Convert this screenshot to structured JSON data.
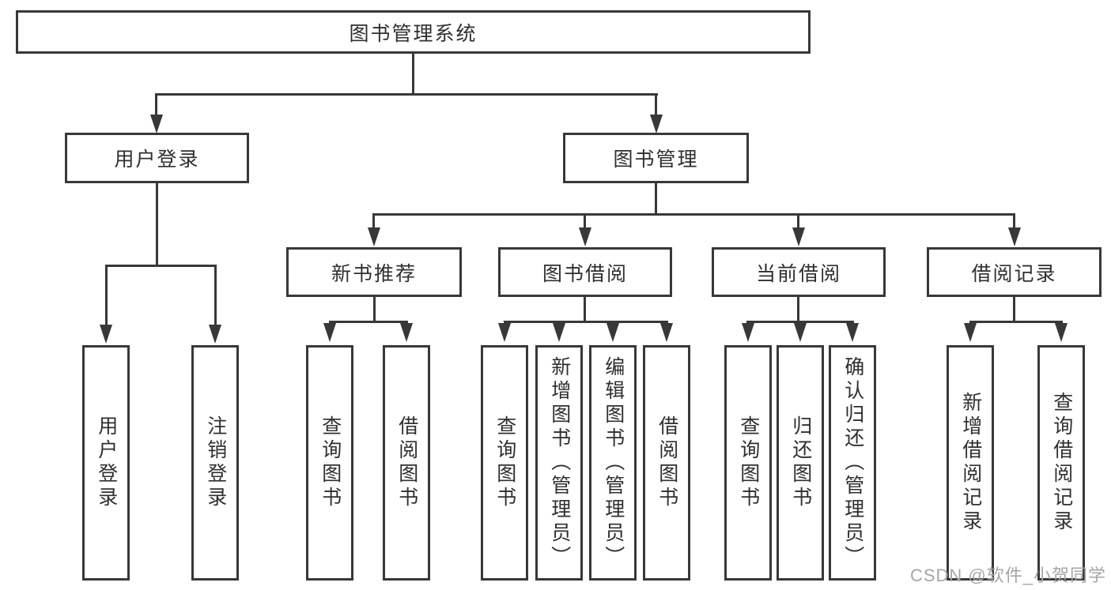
{
  "diagram": {
    "root": {
      "label": "图书管理系统"
    },
    "level2": {
      "user_login": {
        "label": "用户登录",
        "leaves": [
          "用户登录",
          "注销登录"
        ]
      },
      "book_management": {
        "label": "图书管理"
      }
    },
    "level3": [
      {
        "label": "新书推荐",
        "leaves": [
          "查询图书",
          "借阅图书"
        ]
      },
      {
        "label": "图书借阅",
        "leaves": [
          "查询图书",
          "新增图书（管理员）",
          "编辑图书（管理员）",
          "借阅图书"
        ]
      },
      {
        "label": "当前借阅",
        "leaves": [
          "查询图书",
          "归还图书",
          "确认归还（管理员）"
        ]
      },
      {
        "label": "借阅记录",
        "leaves": [
          "新增借阅记录",
          "查询借阅记录"
        ]
      }
    ]
  },
  "watermark": {
    "text": "CSDN @软件_小贺同学",
    "color": "#a6a6a6"
  },
  "colors": {
    "line": "#383838",
    "box_border": "#383838",
    "box_fill": "#ffffff",
    "text": "#2f2f2f"
  }
}
